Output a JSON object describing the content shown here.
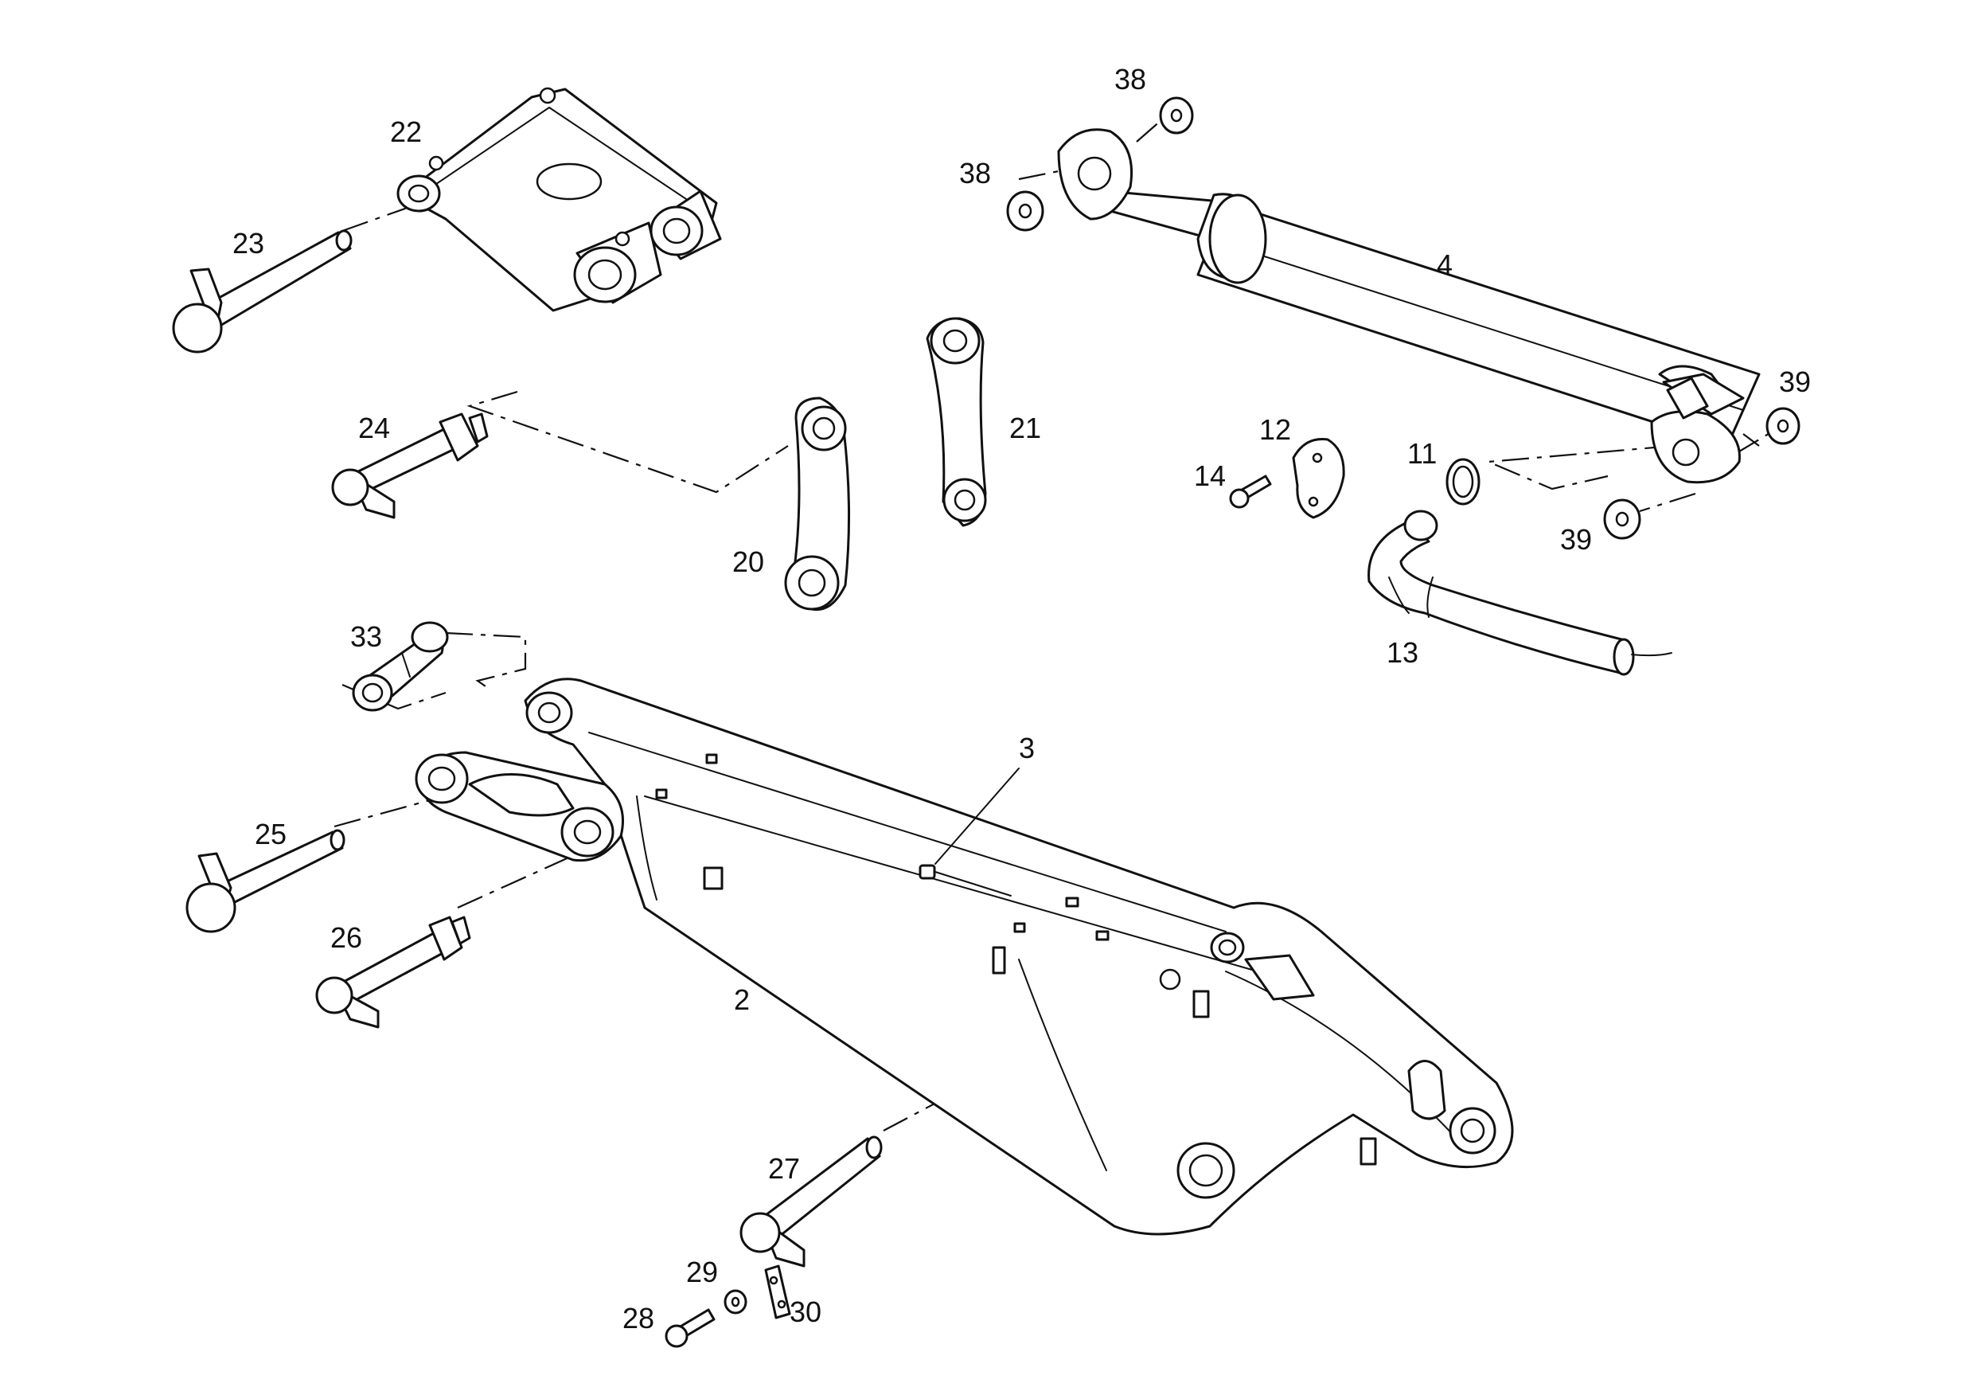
{
  "callouts": [
    {
      "id": "22",
      "text": "22"
    },
    {
      "id": "23",
      "text": "23"
    },
    {
      "id": "24",
      "text": "24"
    },
    {
      "id": "20",
      "text": "20"
    },
    {
      "id": "21",
      "text": "21"
    },
    {
      "id": "38a",
      "text": "38"
    },
    {
      "id": "38b",
      "text": "38"
    },
    {
      "id": "4",
      "text": "4"
    },
    {
      "id": "39a",
      "text": "39"
    },
    {
      "id": "39b",
      "text": "39"
    },
    {
      "id": "12",
      "text": "12"
    },
    {
      "id": "14",
      "text": "14"
    },
    {
      "id": "11",
      "text": "11"
    },
    {
      "id": "13",
      "text": "13"
    },
    {
      "id": "33",
      "text": "33"
    },
    {
      "id": "3",
      "text": "3"
    },
    {
      "id": "25",
      "text": "25"
    },
    {
      "id": "26",
      "text": "26"
    },
    {
      "id": "2",
      "text": "2"
    },
    {
      "id": "27",
      "text": "27"
    },
    {
      "id": "29",
      "text": "29"
    },
    {
      "id": "28",
      "text": "28"
    },
    {
      "id": "30",
      "text": "30"
    }
  ],
  "colors": {
    "line": "#111111",
    "background": "#ffffff"
  }
}
